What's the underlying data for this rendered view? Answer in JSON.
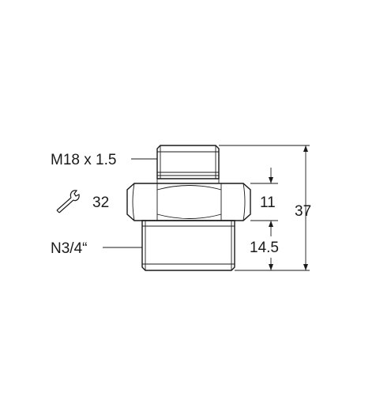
{
  "labels": {
    "thread_top": "M18 x 1.5",
    "wrench_size": "32",
    "thread_bottom": "N3/4“"
  },
  "dimensions": {
    "hex_height": "11",
    "bottom_thread_length": "14.5",
    "total_length": "37"
  },
  "icons": {
    "wrench": "wrench-icon"
  }
}
